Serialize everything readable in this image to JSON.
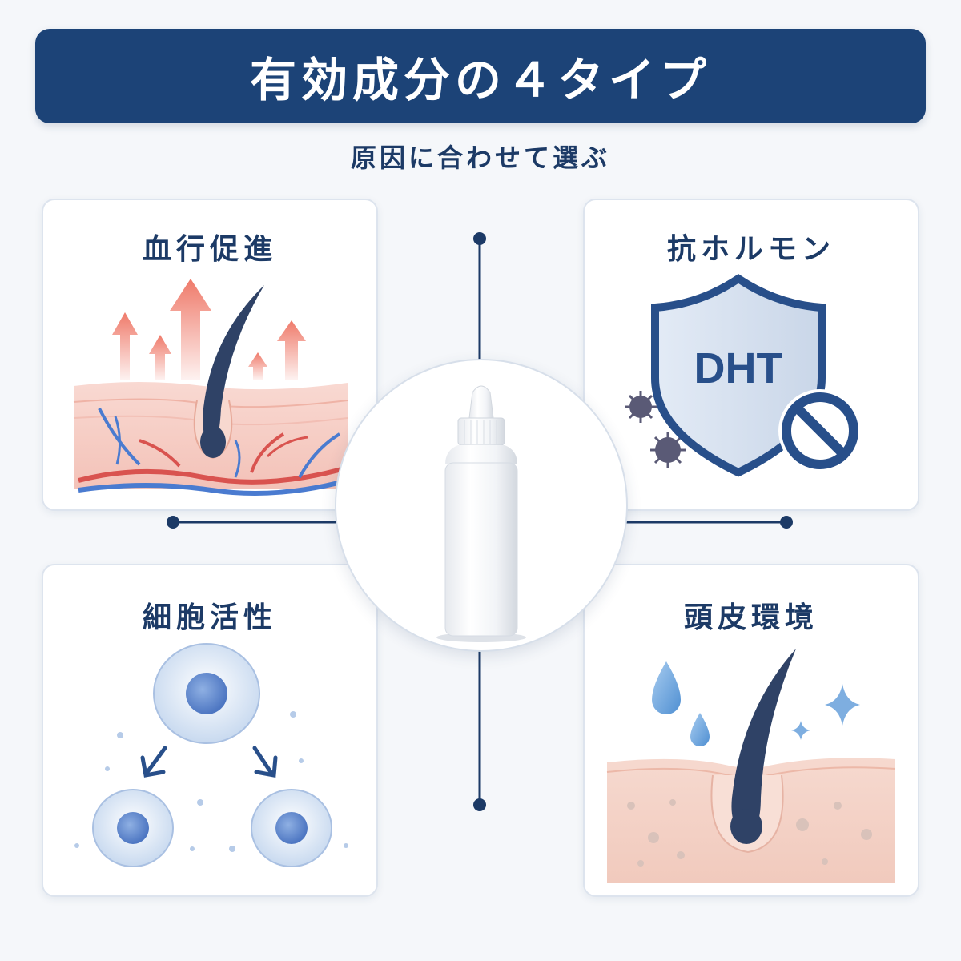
{
  "title": "有効成分の４タイプ",
  "subtitle": "原因に合わせて選ぶ",
  "cards": [
    {
      "label": "血行促進",
      "icon": "blood-flow-icon"
    },
    {
      "label": "抗ホルモン",
      "icon": "dht-shield-icon",
      "shield_text": "DHT"
    },
    {
      "label": "細胞活性",
      "icon": "cell-division-icon"
    },
    {
      "label": "頭皮環境",
      "icon": "scalp-hydration-icon"
    }
  ],
  "center": {
    "icon": "lotion-bottle-icon"
  },
  "colors": {
    "navy": "#1c4377",
    "text": "#1c3a66",
    "arrow_red": "#ef7a6a",
    "shield_blue": "#284f8a",
    "water_blue": "#6fa8dc",
    "skin_pink": "#f6d6cc"
  }
}
